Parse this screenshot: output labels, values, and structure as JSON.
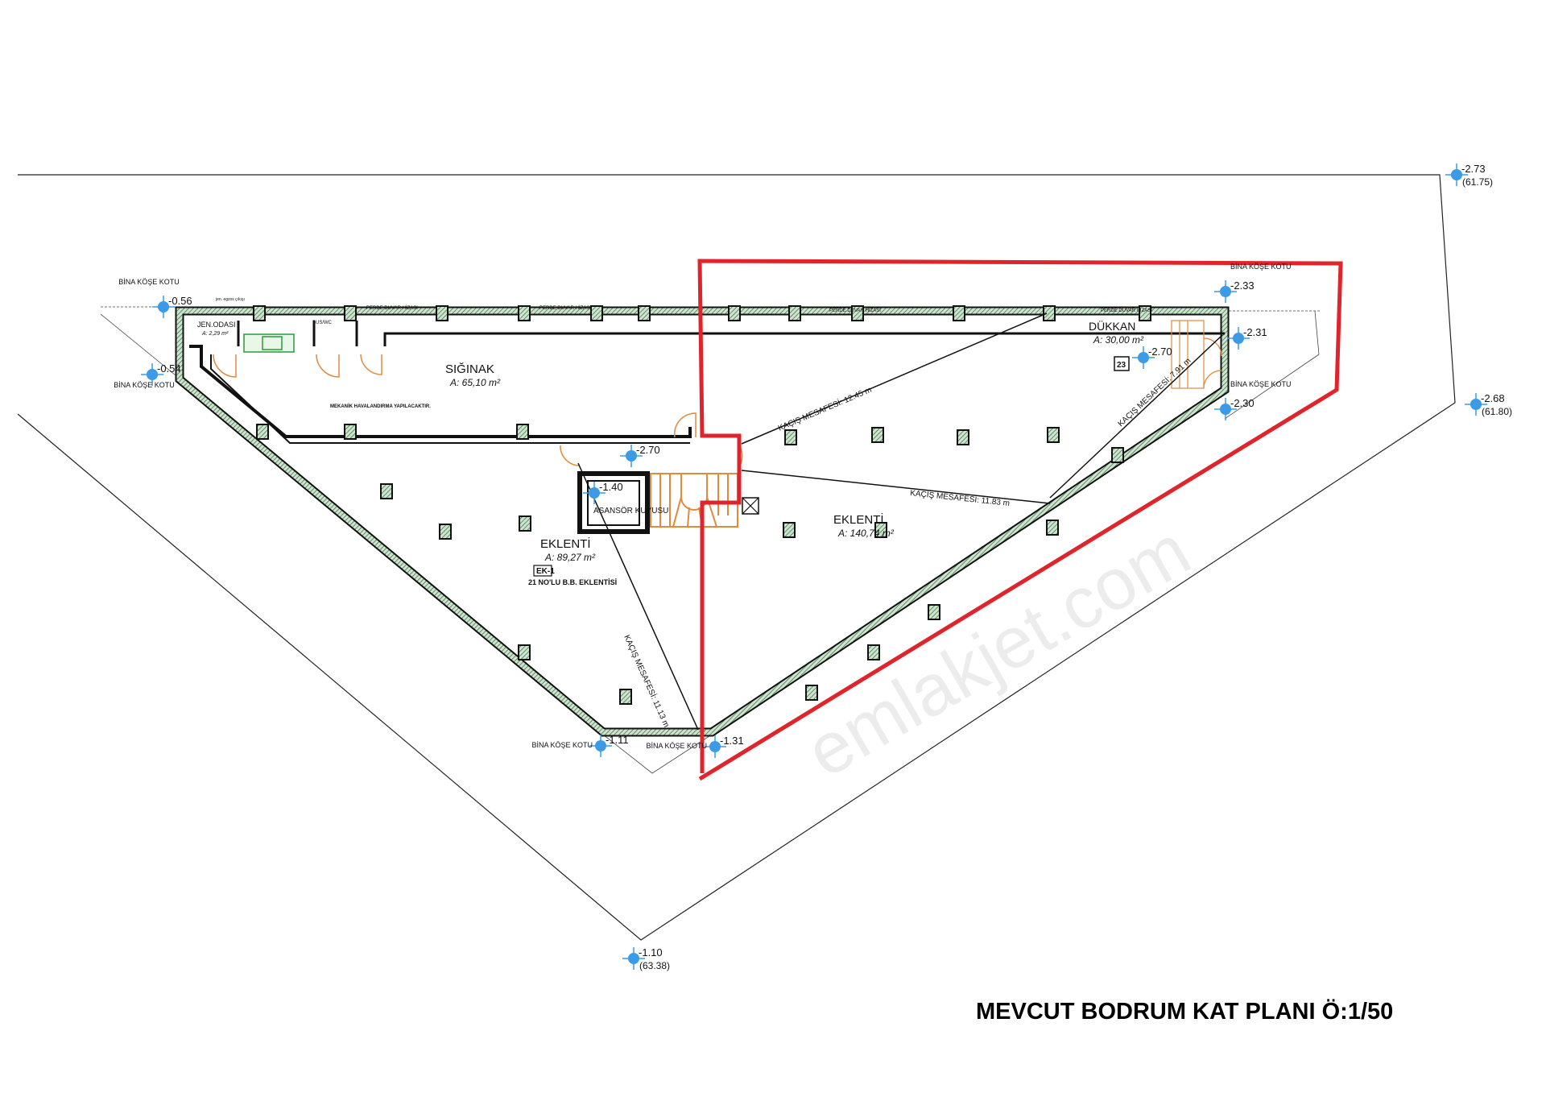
{
  "plan": {
    "title": "MEVCUT BODRUM KAT PLANI Ö:1/50",
    "watermark": "emlakjet.com",
    "colors": {
      "highlight": "#e0242b",
      "wall_hatch": "#3f7a4a",
      "door": "#e08a3c",
      "marker": "#3b9be6",
      "note": "#2a7fc4"
    },
    "rooms": [
      {
        "name": "SIĞINAK",
        "area": "A: 65,10 m²"
      },
      {
        "name": "JEN.ODASI",
        "area": "A: 2,29 m²"
      },
      {
        "name": "EKLENTİ",
        "area": "A: 89,27 m²",
        "tag": "EK-1",
        "note": "21 NO'LU B.B. EKLENTİSİ"
      },
      {
        "name": "EKLENTİ",
        "area": "A: 140,74 m²"
      },
      {
        "name": "DÜKKAN",
        "area": "A: 30,00 m²",
        "tag": "23"
      },
      {
        "name": "ASANSÖR KUYUSU"
      }
    ],
    "notes": {
      "ventilation": "MEKANİK HAVALANDIRMA YAPILACAKTIR.",
      "wall_line": "PERDE DUVAR HİZASI",
      "wc": "BUS/WC",
      "generator_flue": "jen. egzos çıkışı"
    },
    "escape_distances": [
      "KAÇIŞ MESAFESİ: 12.45 m",
      "KAÇIŞ MESAFESİ: 11.83 m",
      "KAÇIŞ MESAFESİ: 7.91 m",
      "KAÇIŞ MESAFESİ: 11.13 m"
    ],
    "corner_label": "BİNA KÖŞE KOTU",
    "elevations": [
      {
        "value": "-0.56",
        "corner": true
      },
      {
        "value": "-0.54",
        "corner": true
      },
      {
        "value": "-2.70"
      },
      {
        "value": "-1.40"
      },
      {
        "value": "-1.11",
        "corner": true
      },
      {
        "value": "-1.31",
        "corner": true
      },
      {
        "value": "-2.33",
        "corner": true
      },
      {
        "value": "-2.31"
      },
      {
        "value": "-2.70"
      },
      {
        "value": "-2.30",
        "corner": true
      },
      {
        "value": "-2.73",
        "ref": "(61.75)"
      },
      {
        "value": "-2.68",
        "ref": "(61.80)"
      },
      {
        "value": "-1.10",
        "ref": "(63.38)"
      }
    ]
  }
}
